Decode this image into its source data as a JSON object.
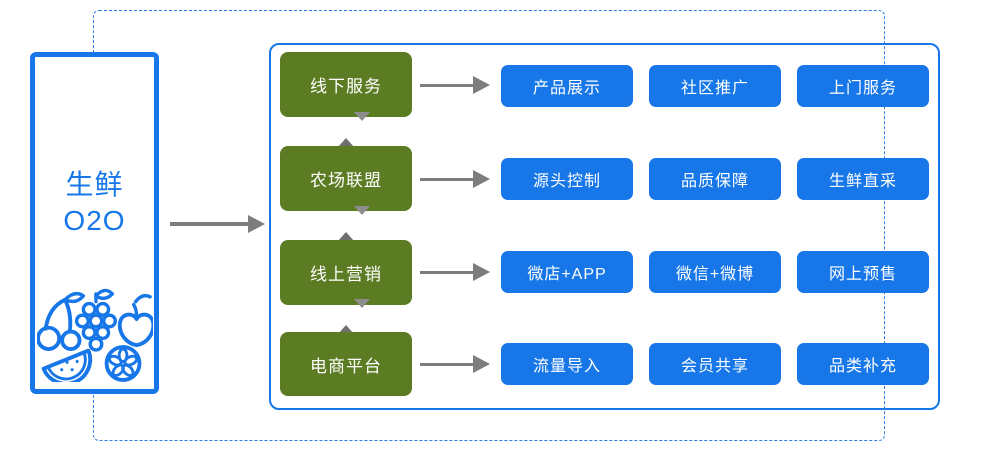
{
  "root": {
    "title_line1": "生鲜",
    "title_line2": "O2O"
  },
  "rows": [
    {
      "category": "线下服务",
      "items": [
        "产品展示",
        "社区推广",
        "上门服务"
      ]
    },
    {
      "category": "农场联盟",
      "items": [
        "源头控制",
        "品质保障",
        "生鲜直采"
      ]
    },
    {
      "category": "线上营销",
      "items": [
        "微店+APP",
        "微信+微博",
        "网上预售"
      ]
    },
    {
      "category": "电商平台",
      "items": [
        "流量导入",
        "会员共享",
        "品类补充"
      ]
    }
  ],
  "icons": {
    "fruits": "cherry-grapes-apple-watermelon-citrus"
  },
  "colors": {
    "node_blue": "#1777e8",
    "node_green": "#5b7c22",
    "dashed_border_blue": "#2e7de4",
    "arrow_gray": "#7d7d7d"
  }
}
